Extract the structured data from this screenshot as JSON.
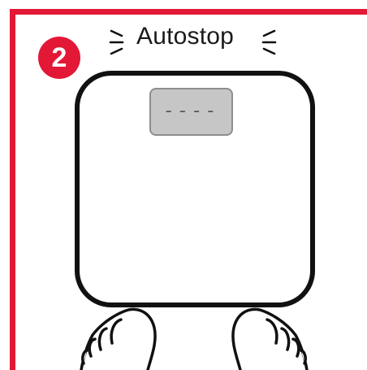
{
  "step": {
    "number": "2",
    "badge_color": "#e31836"
  },
  "title": "Autostop",
  "scale": {
    "display_text": "----",
    "display_icon": "lcd-display"
  },
  "colors": {
    "frame": "#e31836",
    "outline": "#111111",
    "display_fill": "#c6c6c6"
  },
  "icons": [
    "flash-lines-icon",
    "scale-icon",
    "foot-icon"
  ]
}
